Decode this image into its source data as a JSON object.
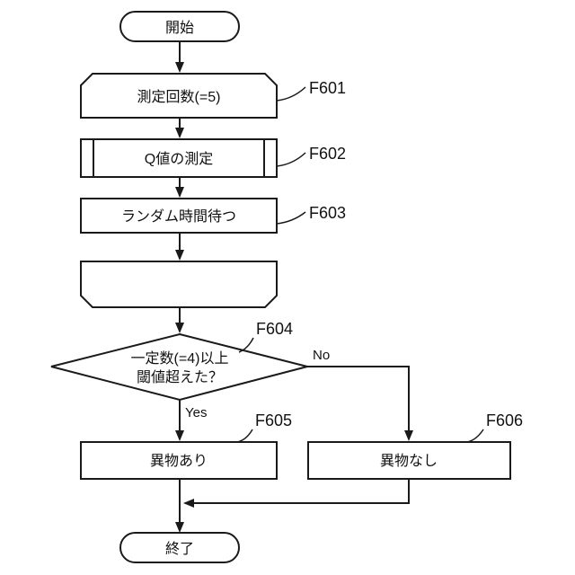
{
  "diagram": {
    "title": "flowchart",
    "start": "開始",
    "end": "終了",
    "f601": {
      "ref": "F601",
      "text": "測定回数(=5)"
    },
    "f602": {
      "ref": "F602",
      "text": "Q値の測定"
    },
    "f603": {
      "ref": "F603",
      "text": "ランダム時間待つ"
    },
    "f604": {
      "ref": "F604",
      "line1": "一定数(=4)以上",
      "line2": "閾値超えた？",
      "yes": "Yes",
      "no": "No"
    },
    "f605": {
      "ref": "F605",
      "text": "異物あり"
    },
    "f606": {
      "ref": "F606",
      "text": "異物なし"
    }
  }
}
